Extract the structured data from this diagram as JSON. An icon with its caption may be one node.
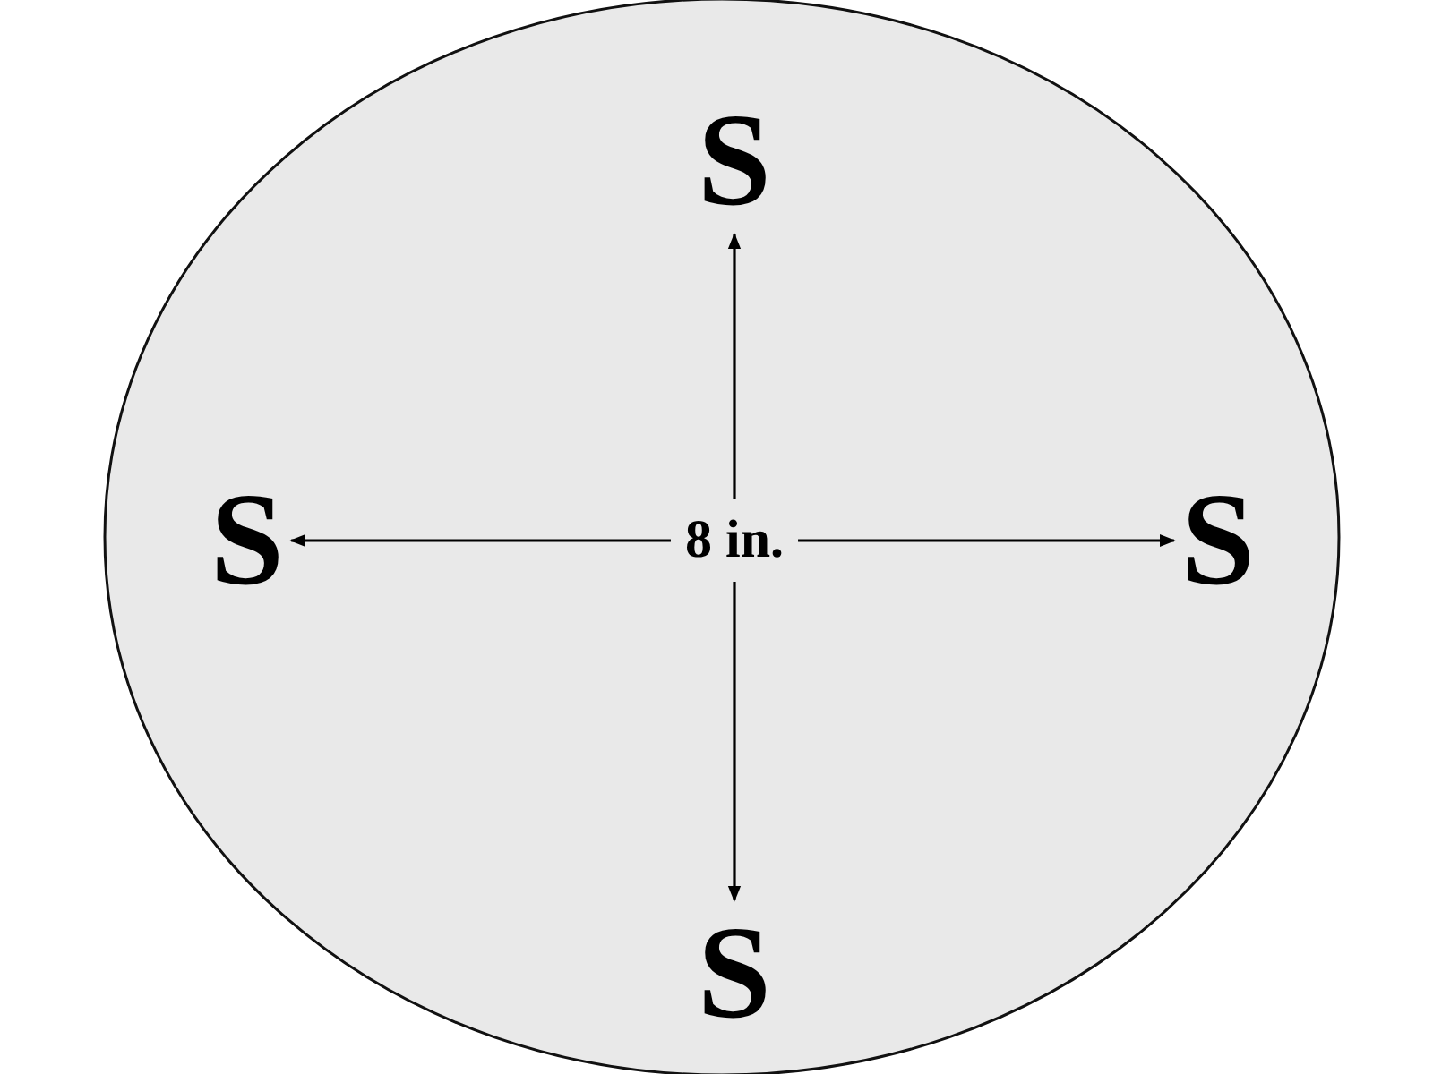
{
  "diagram": {
    "nodes": [
      {
        "text": [],
        "shape": "circle"
      },
      {
        "text": [
          "S"
        ],
        "in": 0
      },
      {
        "text": [
          "S"
        ],
        "in": 0
      },
      {
        "text": [
          "8 in."
        ],
        "in": 0
      },
      {
        "text": [
          "S"
        ],
        "in": 0
      },
      {
        "text": [
          "S"
        ],
        "in": 0
      }
    ],
    "edges": [
      {
        "from": 3,
        "to": 1,
        "arrow": "to"
      },
      {
        "from": 3,
        "to": 2,
        "arrow": "to"
      },
      {
        "from": 3,
        "to": 4,
        "arrow": "to"
      },
      {
        "from": 3,
        "to": 5,
        "arrow": "to"
      }
    ]
  }
}
